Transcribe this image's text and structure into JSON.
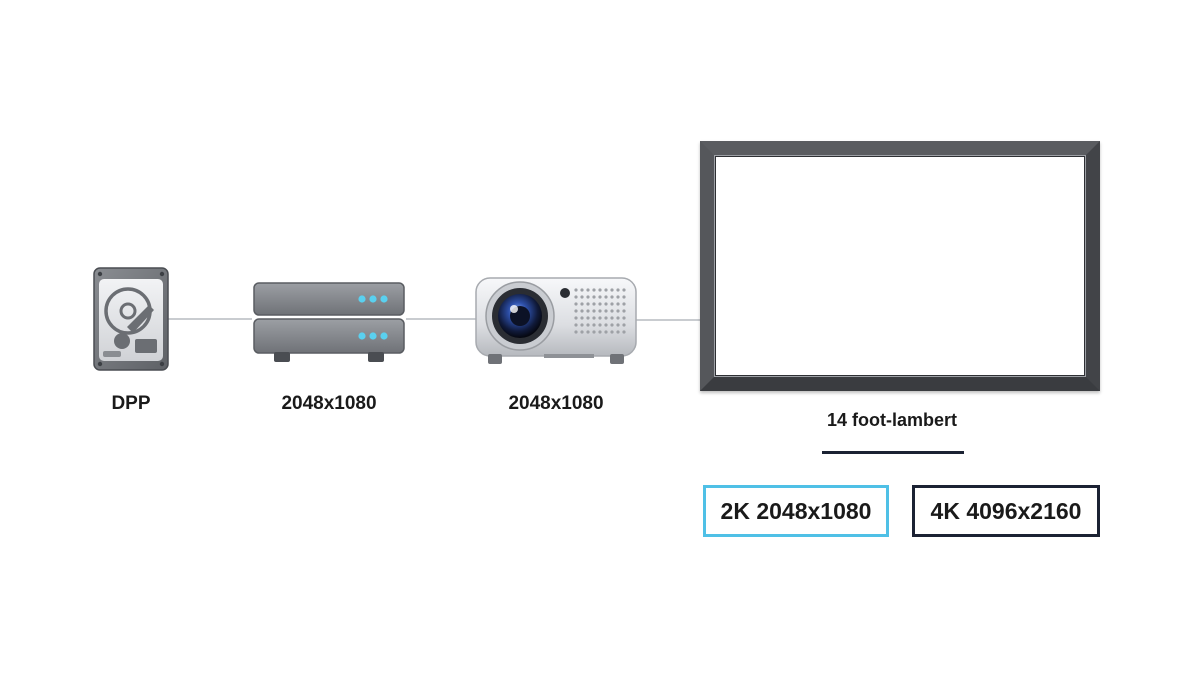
{
  "nodes": {
    "storage": {
      "label": "DPP",
      "icon": "hard-drive-icon"
    },
    "server": {
      "label": "2048x1080",
      "icon": "server-stack-icon",
      "led_color": "#5ad0ef"
    },
    "projector": {
      "label": "2048x1080",
      "icon": "projector-icon"
    },
    "screen": {
      "label": "14 foot-lambert",
      "icon": "projection-screen-icon"
    }
  },
  "resolutions": [
    {
      "label": "2K 2048x1080",
      "accent": "#4fc0e6"
    },
    {
      "label": "4K 4096x2160",
      "accent": "#1b2233"
    }
  ]
}
